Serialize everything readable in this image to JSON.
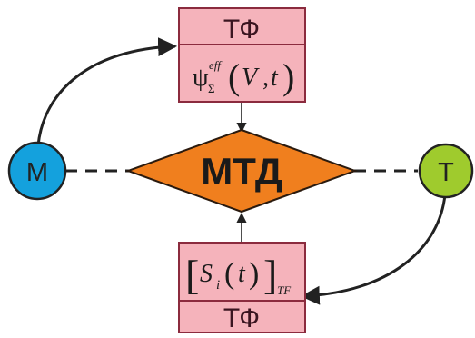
{
  "colors": {
    "box_fill": "#f5b3bb",
    "box_stroke": "#8b2b3e",
    "diamond_fill": "#f07f1e",
    "diamond_stroke": "#2a1a0e",
    "circle_left": "#14a1dd",
    "circle_right": "#9fcb2d",
    "line": "#222222"
  },
  "top_box": {
    "label": "ТФ",
    "formula": {
      "base": "ψ",
      "sup": "eff",
      "sub": "Σ",
      "open": "(",
      "arg1": "V",
      "comma": ",",
      "arg2": "t",
      "close": ")"
    }
  },
  "bottom_box": {
    "label": "ТФ",
    "formula": {
      "open_bracket": "[",
      "S": "S",
      "i": "i",
      "open": "(",
      "t": "t",
      "close": ")",
      "close_bracket": "]",
      "sub": "TF"
    }
  },
  "center": {
    "label": "МТД"
  },
  "left_node": {
    "label": "М"
  },
  "right_node": {
    "label": "Т"
  }
}
